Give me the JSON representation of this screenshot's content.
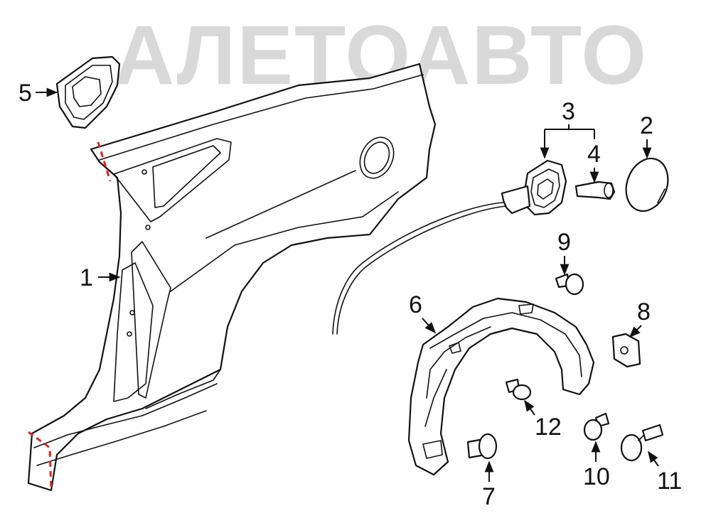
{
  "watermark": "АЛЕТОАВТО",
  "colors": {
    "line": "#111111",
    "cut_line": "#e0241b",
    "watermark": "#d9d9d9"
  },
  "callouts": [
    {
      "id": "1",
      "label": "1"
    },
    {
      "id": "2",
      "label": "2"
    },
    {
      "id": "3",
      "label": "3"
    },
    {
      "id": "4",
      "label": "4"
    },
    {
      "id": "5",
      "label": "5"
    },
    {
      "id": "6",
      "label": "6"
    },
    {
      "id": "7",
      "label": "7"
    },
    {
      "id": "8",
      "label": "8"
    },
    {
      "id": "9",
      "label": "9"
    },
    {
      "id": "10",
      "label": "10"
    },
    {
      "id": "11",
      "label": "11"
    },
    {
      "id": "12",
      "label": "12"
    }
  ]
}
